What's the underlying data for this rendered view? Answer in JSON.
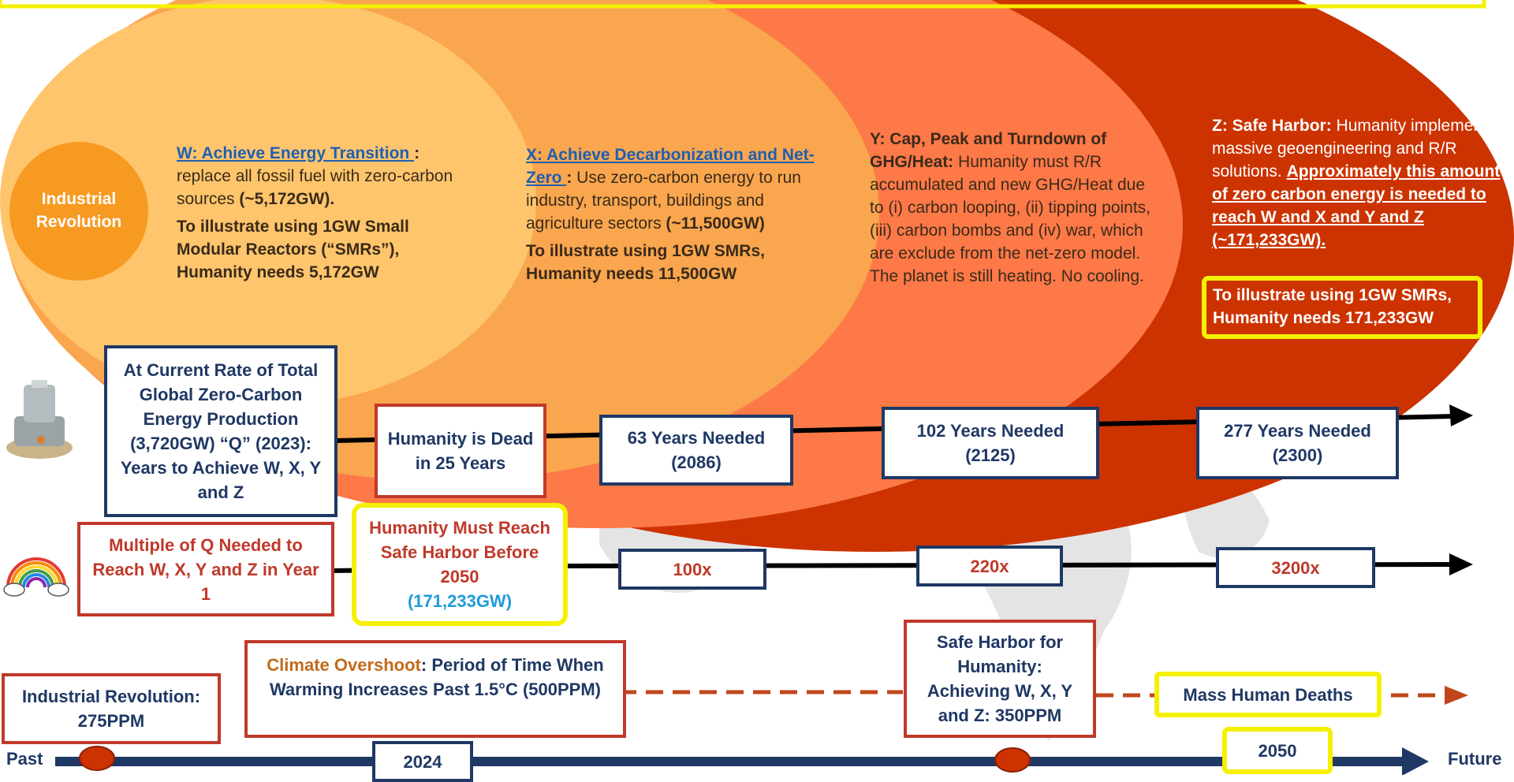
{
  "ovals": {
    "industrial_revolution": "Industrial Revolution",
    "w": {
      "heading": "W: Achieve Energy Transition ",
      "colon": ":",
      "body": " replace all fossil fuel with zero-carbon sources ",
      "amount": "(~5,172GW).",
      "illustrate": "To illustrate using 1GW Small Modular Reactors (“SMRs”), Humanity needs 5,172GW"
    },
    "x": {
      "heading": "X: Achieve Decarbonization and Net-Zero ",
      "colon": ":",
      "body": " Use zero-carbon energy to run industry, transport, buildings and agriculture sectors ",
      "amount": "(~11,500GW)",
      "illustrate": "To illustrate using 1GW SMRs, Humanity needs 11,500GW"
    },
    "y": {
      "heading": "Y: Cap, Peak and Turndown of GHG/Heat:",
      "body": " Humanity must R/R accumulated and new GHG/Heat due to (i) carbon looping, (ii) tipping points, (iii) carbon bombs and (iv) war, which are exclude from the net-zero model. The planet is still heating. No cooling."
    },
    "z": {
      "heading": "Z: Safe Harbor:",
      "body": " Humanity implements massive geoengineering and R/R solutions. ",
      "emphasis": "Approximately this amount of zero carbon energy is needed to reach W and X and Y and Z (~171,233GW).",
      "illustrate": "To illustrate using 1GW SMRs, Humanity needs 171,233GW"
    }
  },
  "row1": {
    "label": "At Current Rate of Total Global  Zero-Carbon Energy Production (3,720GW) “Q” (2023): Years to Achieve W, X, Y and  Z",
    "dead": "Humanity is Dead in 25 Years",
    "w_years": "63 Years Needed (2086)",
    "x_years": "102 Years Needed (2125)",
    "z_years": "277 Years Needed (2300)"
  },
  "row2": {
    "label": "Multiple of Q Needed to Reach W, X, Y and Z in Year 1",
    "must_reach": "Humanity Must Reach Safe Harbor Before 2050",
    "must_reach_gw": "(171,233GW)",
    "m1": "100x",
    "m2": "220x",
    "m3": "3200x"
  },
  "row3": {
    "industrial": "Industrial Revolution: 275PPM",
    "overshoot_label": "Climate Overshoot",
    "overshoot_text": ": Period of Time When Warming  Increases Past 1.5°C (500PPM)",
    "safe_harbor": "Safe Harbor for Humanity: Achieving W, X, Y and Z: 350PPM",
    "mass_deaths": "Mass Human Deaths"
  },
  "timeline": {
    "past": "Past",
    "future": "Future",
    "y2024": "2024",
    "y2050": "2050"
  },
  "colors": {
    "navy": "#1f3864",
    "red": "#c0392b",
    "yellow": "#f5f000",
    "oval1": "#ffc56c",
    "oval2": "#f8a850",
    "oval3": "#f87040",
    "oval4": "#cc3300"
  }
}
